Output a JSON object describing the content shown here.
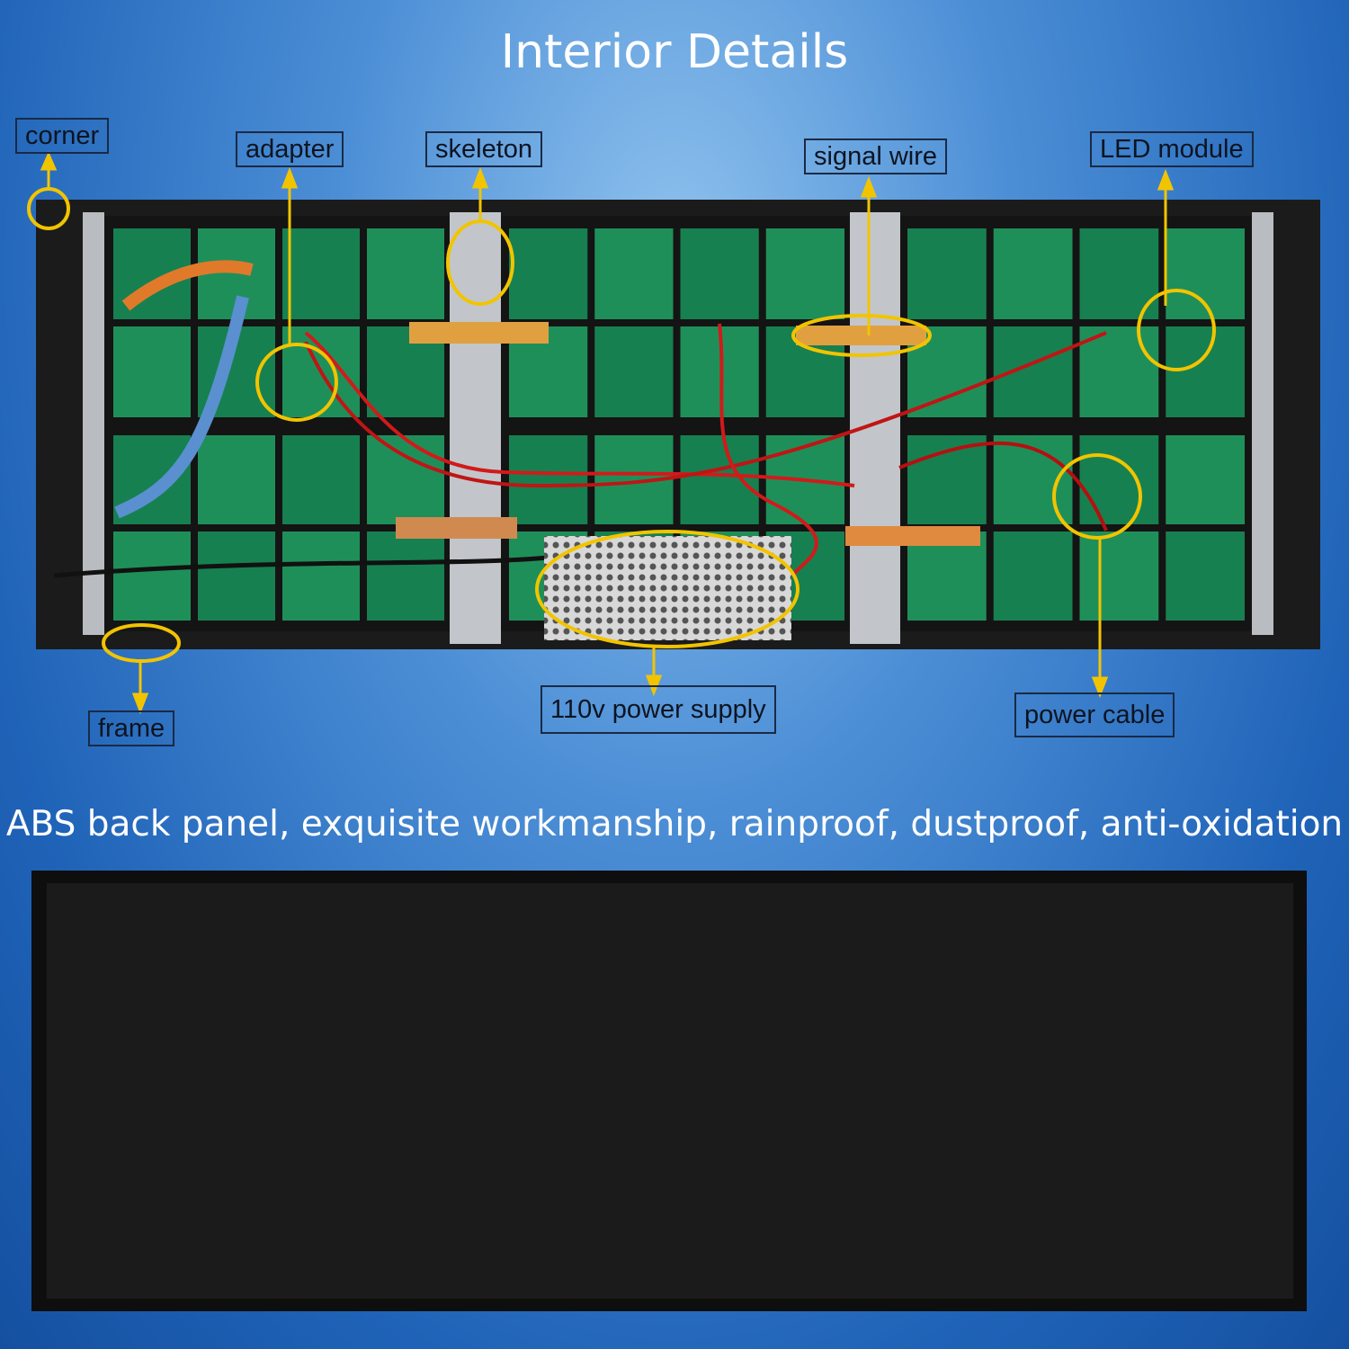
{
  "title": "Interior Details",
  "subtitle": "ABS back panel, exquisite workmanship, rainproof, dustproof, anti-oxidation",
  "labels": {
    "corner": "corner",
    "adapter": "adapter",
    "skeleton": "skeleton",
    "signal_wire": "signal wire",
    "led_module": "LED module",
    "frame": "frame",
    "power_supply": "110v power supply",
    "power_cable": "power cable"
  },
  "colors": {
    "highlight": "#f2c400",
    "pcb": "#1d8a55",
    "frame": "#1a1a1a"
  }
}
